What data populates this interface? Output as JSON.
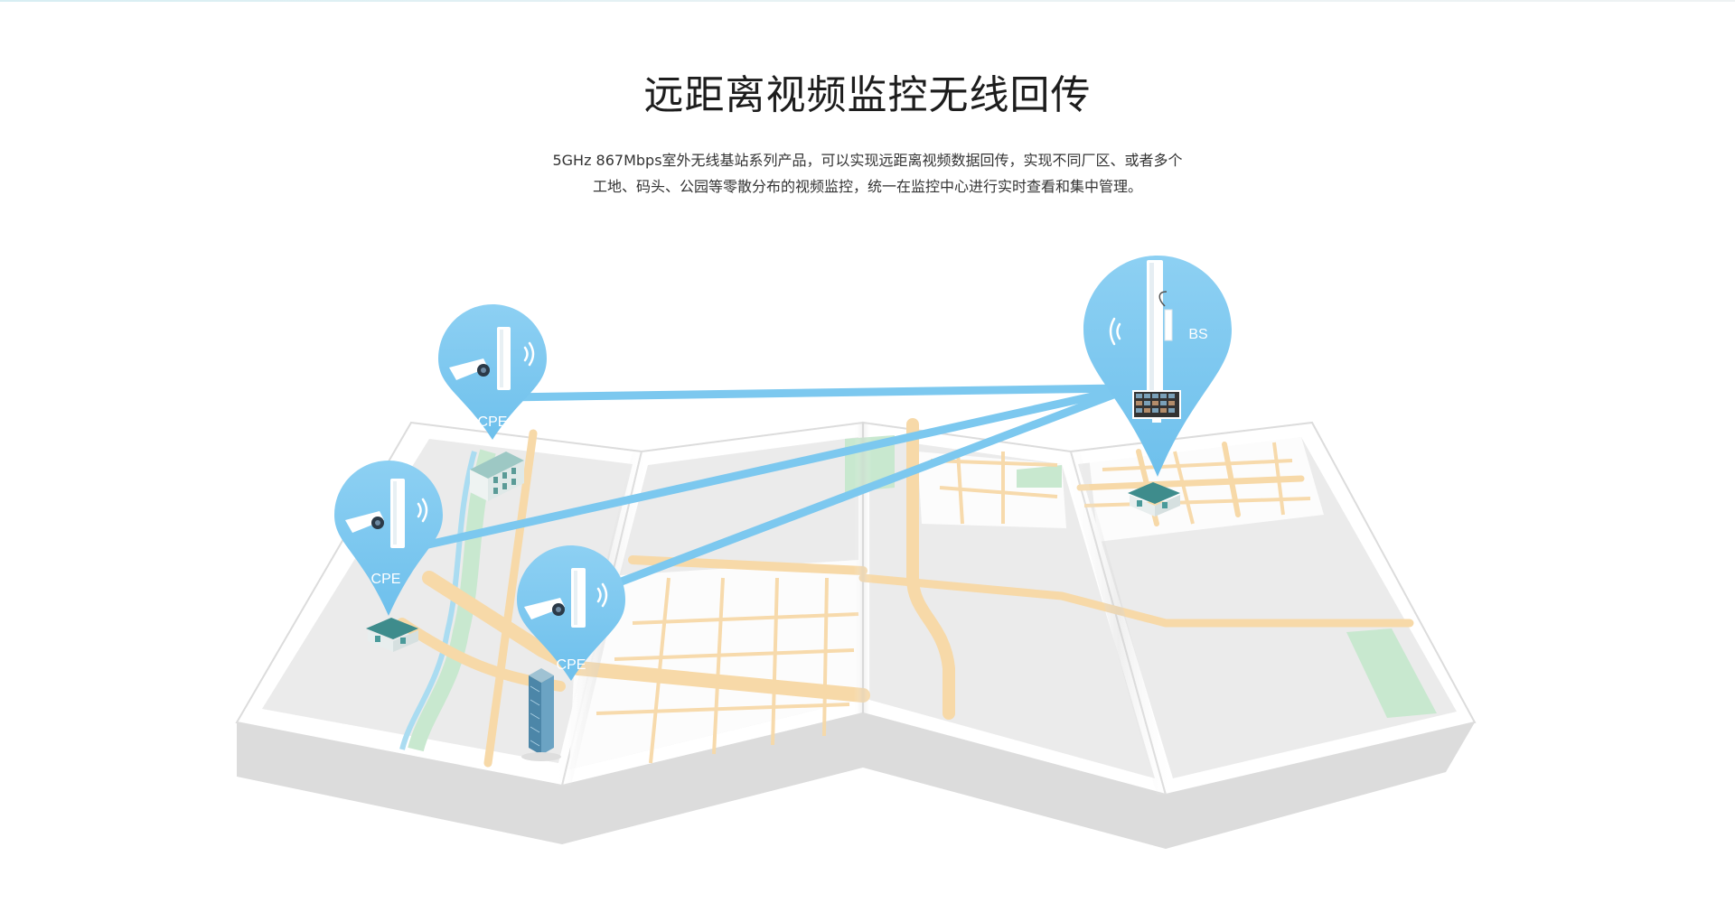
{
  "header": {
    "title": "远距离视频监控无线回传",
    "description_line1": "5GHz 867Mbps室外无线基站系列产品，可以实现远距离视频数据回传，实现不同厂区、或者多个",
    "description_line2": "工地、码头、公园等零散分布的视频监控，统一在监控中心进行实时查看和集中管理。"
  },
  "diagram": {
    "pins": [
      {
        "id": "cpe-1",
        "label": "CPE",
        "icon": "cpe-camera-icon"
      },
      {
        "id": "cpe-2",
        "label": "CPE",
        "icon": "cpe-camera-icon"
      },
      {
        "id": "cpe-3",
        "label": "CPE",
        "icon": "cpe-camera-icon"
      },
      {
        "id": "bs",
        "label": "BS",
        "icon": "base-station-icon"
      }
    ],
    "buildings": [
      "office-building-icon",
      "house-icon",
      "tower-building-icon",
      "house-icon"
    ],
    "monitor": "monitor-center-icon"
  },
  "colors": {
    "pin_blue": "#7dc9f0",
    "link_blue": "#7cc8ef",
    "map_road": "#f7d9a8",
    "map_block": "#e9e9e9",
    "map_green": "#c8e8cf",
    "text_dark": "#1d1d1d"
  }
}
